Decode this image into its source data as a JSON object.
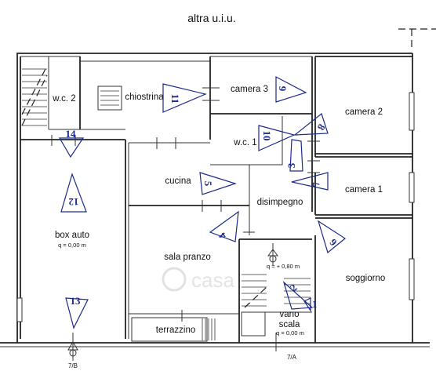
{
  "header": {
    "title": "altra u.i.u."
  },
  "rooms": {
    "wc2": "w.c. 2",
    "chiostrina": "chiostrina",
    "camera3": "camera 3",
    "camera2": "camera 2",
    "wc1": "w.c. 1",
    "cucina": "cucina",
    "disimpegno": "disimpegno",
    "camera1": "camera 1",
    "box_auto": "box auto",
    "box_auto_quota": "q = 0,00 m",
    "sala_pranzo": "sala pranzo",
    "soggiorno": "soggiorno",
    "terrazzino": "terrazzino",
    "vano": "vano",
    "scala": "scala",
    "vano_scala_quota": "q = 0,00 m",
    "quota_080": "q = + 0,80 m"
  },
  "references": {
    "ref_7b": "7/B",
    "ref_7a": "7/A"
  },
  "photo_points": {
    "p1": "1",
    "p2": "2",
    "p3": "3",
    "p4": "4",
    "p5": "5",
    "p6": "6",
    "p7": "7",
    "p8": "8",
    "p9": "9",
    "p10": "10",
    "p11": "11",
    "p12": "12",
    "p13": "13",
    "p14": "14"
  },
  "watermark": "casa"
}
